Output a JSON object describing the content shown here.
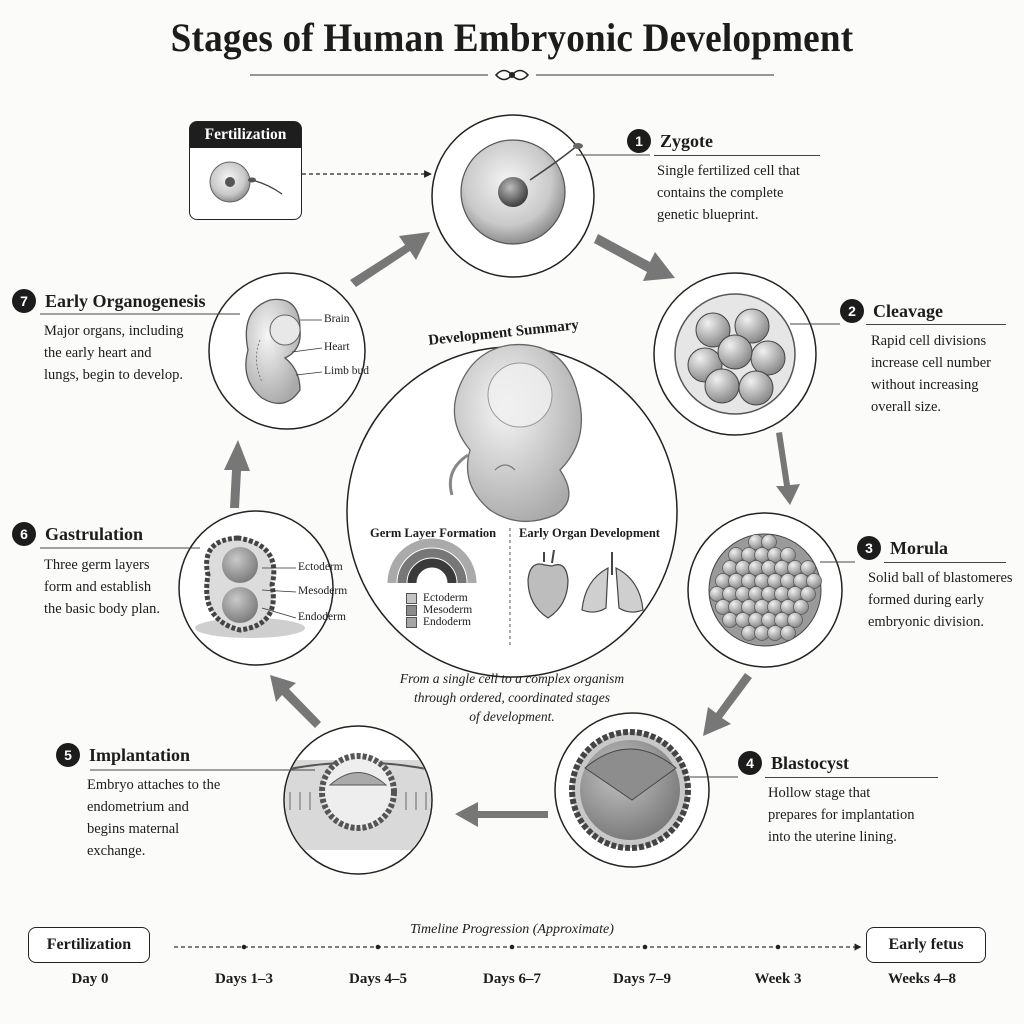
{
  "title": "Stages of Human Embryonic Development",
  "fertilization_box": {
    "label": "Fertilization"
  },
  "stages": [
    {
      "num": "1",
      "title": "Zygote",
      "desc": [
        "Single fertilized cell that",
        "contains the complete",
        "genetic blueprint."
      ]
    },
    {
      "num": "2",
      "title": "Cleavage",
      "desc": [
        "Rapid cell divisions",
        "increase cell number",
        "without increasing",
        "overall size."
      ]
    },
    {
      "num": "3",
      "title": "Morula",
      "desc": [
        "Solid ball of blastomeres",
        "formed during early",
        "embryonic division."
      ]
    },
    {
      "num": "4",
      "title": "Blastocyst",
      "desc": [
        "Hollow stage that",
        "prepares for implantation",
        "into the uterine lining."
      ]
    },
    {
      "num": "5",
      "title": "Implantation",
      "desc": [
        "Embryo attaches to the",
        "endometrium and",
        "begins maternal",
        "exchange."
      ]
    },
    {
      "num": "6",
      "title": "Gastrulation",
      "desc": [
        "Three germ layers",
        "form and establish",
        "the basic body plan."
      ],
      "labels": [
        "Ectoderm",
        "Mesoderm",
        "Endoderm"
      ]
    },
    {
      "num": "7",
      "title": "Early Organogenesis",
      "desc": [
        "Major organs, including",
        "the early heart and",
        "lungs, begin to develop."
      ],
      "labels": [
        "Brain",
        "Heart",
        "Limb bud"
      ]
    }
  ],
  "summary": {
    "title": "Development Summary",
    "germ_heading": "Germ Layer Formation",
    "organ_heading": "Early Organ Development",
    "legend": [
      "Ectoderm",
      "Mesoderm",
      "Endoderm"
    ],
    "caption": [
      "From a single cell to a complex organism",
      "through ordered, coordinated stages",
      "of development."
    ]
  },
  "timeline": {
    "title": "Timeline Progression (Approximate)",
    "start": "Fertilization",
    "end": "Early fetus",
    "ticks": [
      "Day 0",
      "Days 1–3",
      "Days 4–5",
      "Days 6–7",
      "Days 7–9",
      "Week 3",
      "Weeks 4–8"
    ]
  }
}
